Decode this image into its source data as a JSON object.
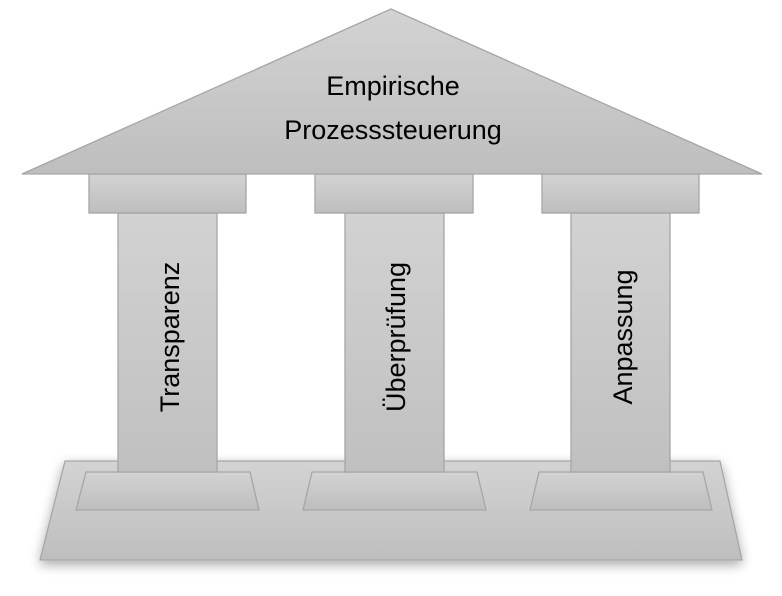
{
  "roof": {
    "line1": "Empirische",
    "line2": "Prozesssteuerung"
  },
  "pillars": [
    {
      "label": "Transparenz"
    },
    {
      "label": "Überprüfung"
    },
    {
      "label": "Anpassung"
    }
  ],
  "colors": {
    "fill_light": "#d2d2d2",
    "fill_dark": "#bfbfbf",
    "stroke": "#a6a6a6"
  }
}
